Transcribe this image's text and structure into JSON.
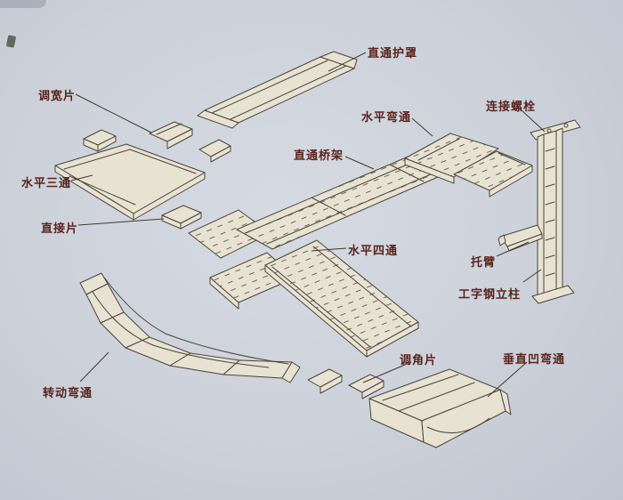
{
  "diagram": {
    "background_color": "#ccd1da",
    "fill_color": "#e8e2d3",
    "line_color": "#4b443b",
    "label_color": "#5a241c",
    "leader_color": "#46372f"
  },
  "labels": {
    "straight_cover": "直通护罩",
    "width_adjust_piece": "调宽片",
    "horizontal_tee": "水平三通",
    "connector_piece": "直接片",
    "horizontal_bend": "水平弯通",
    "connecting_bolt": "连接螺栓",
    "straight_tray": "直通桥架",
    "horizontal_cross": "水平四通",
    "bracket_arm": "托臂",
    "ibeam_column": "工字钢立柱",
    "angle_adjust_piece": "调角片",
    "vertical_concave_bend": "垂直凹弯通",
    "rotating_bend": "转动弯通"
  }
}
